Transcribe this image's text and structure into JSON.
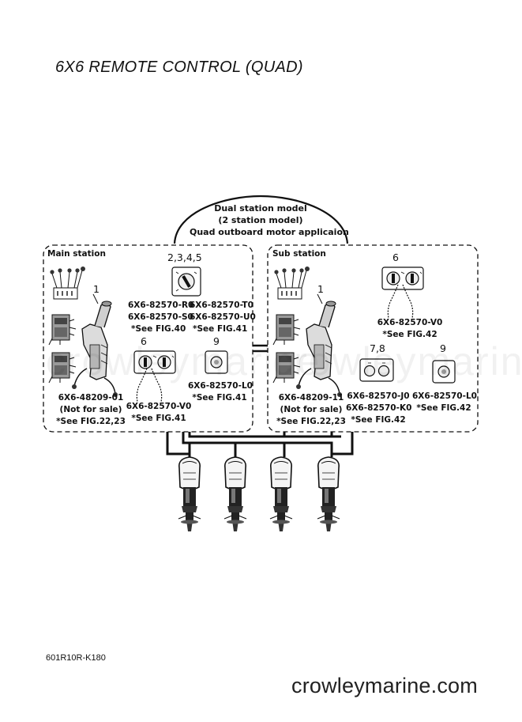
{
  "title": "6X6 REMOTE CONTROL (QUAD)",
  "banner": {
    "line1": "Dual station model",
    "line2": "(2 station model)",
    "line3": "Quad outboard motor applicaion"
  },
  "watermark": "crowleymarine",
  "main_station": {
    "label": "Main station",
    "ref_1": "1",
    "ref_2345": "2,3,4,5",
    "ref_6": "6",
    "ref_9": "9",
    "switch_codes": {
      "left1": "6X6-82570-R0",
      "left2": "6X6-82570-S0",
      "left3": "*See FIG.40",
      "right1": "6X6-82570-T0",
      "right2": "6X6-82570-U0",
      "right3": "*See FIG.41"
    },
    "box_codes": {
      "line1": "6X6-48209-01",
      "line2": "(Not for sale)",
      "line3": "*See FIG.22,23"
    },
    "key_codes": {
      "line1": "6X6-82570-V0",
      "line2": "*See FIG.41"
    },
    "stop_codes": {
      "line1": "6X6-82570-L0",
      "line2": "*See FIG.41"
    }
  },
  "sub_station": {
    "label": "Sub station",
    "ref_1": "1",
    "ref_6": "6",
    "ref_78": "7,8",
    "ref_9": "9",
    "key_codes": {
      "line1": "6X6-82570-V0",
      "line2": "*See FIG.42"
    },
    "box_codes": {
      "line1": "6X6-48209-11",
      "line2": "(Not for sale)",
      "line3": "*See FIG.22,23"
    },
    "switch_codes": {
      "line1": "6X6-82570-J0",
      "line2": "6X6-82570-K0",
      "line3": "*See FIG.42"
    },
    "stop_codes": {
      "line1": "6X6-82570-L0",
      "line2": "*See FIG.42"
    }
  },
  "footer": {
    "code": "601R10R-K180",
    "site": "crowleymarine.com"
  }
}
